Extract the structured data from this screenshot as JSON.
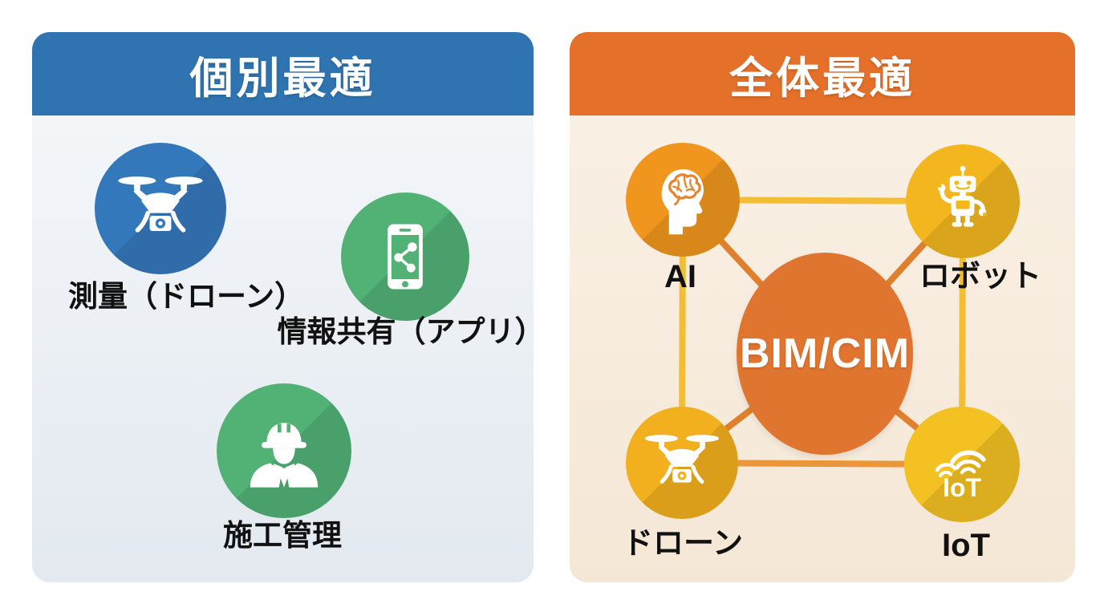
{
  "left_panel": {
    "title": "個別最適",
    "header_color": "#2f74b0",
    "body_color": "#e8edf3",
    "items": [
      {
        "label": "測量（ドローン）",
        "icon": "drone-icon",
        "circle_color": "#3478bc"
      },
      {
        "label": "情報共有（アプリ）",
        "icon": "smartphone-share-icon",
        "circle_color": "#52b276"
      },
      {
        "label": "施工管理",
        "icon": "construction-worker-icon",
        "circle_color": "#52b276"
      }
    ]
  },
  "right_panel": {
    "title": "全体最適",
    "header_color": "#e4702a",
    "body_color": "#f8eddf",
    "center": {
      "label": "BIM/CIM",
      "circle_color": "#e0752f"
    },
    "nodes": [
      {
        "label": "AI",
        "icon": "ai-brain-head-icon",
        "circle_color": "#f0961e"
      },
      {
        "label": "ロボット",
        "icon": "robot-icon",
        "circle_color": "#f3b61f"
      },
      {
        "label": "ドローン",
        "icon": "drone-icon",
        "circle_color": "#f3b01e"
      },
      {
        "label": "IoT",
        "icon": "iot-wifi-icon",
        "circle_color": "#f4c122"
      }
    ],
    "connections": [
      [
        "AI",
        "ロボット"
      ],
      [
        "AI",
        "ドローン"
      ],
      [
        "ロボット",
        "IoT"
      ],
      [
        "ドローン",
        "IoT"
      ],
      [
        "AI",
        "BIM/CIM"
      ],
      [
        "ロボット",
        "BIM/CIM"
      ],
      [
        "ドローン",
        "BIM/CIM"
      ],
      [
        "IoT",
        "BIM/CIM"
      ]
    ],
    "line_colors": {
      "outer_square": "#f3be35",
      "bottom_edge": "#eb9638",
      "diagonals": "#e0802e"
    }
  }
}
